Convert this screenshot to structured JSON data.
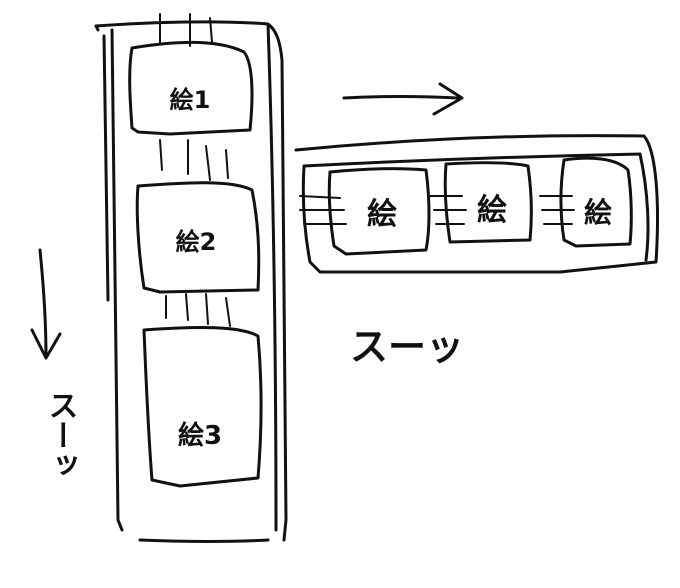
{
  "vertical_strip": {
    "panels": [
      {
        "label": "絵1"
      },
      {
        "label": "絵2"
      },
      {
        "label": "絵3"
      }
    ],
    "scroll_label": "スーッ"
  },
  "horizontal_strip": {
    "panels": [
      {
        "label": "絵"
      },
      {
        "label": "絵"
      },
      {
        "label": "絵"
      }
    ],
    "scroll_label": "スーッ"
  },
  "colors": {
    "ink": "#111111",
    "paper": "#ffffff"
  }
}
